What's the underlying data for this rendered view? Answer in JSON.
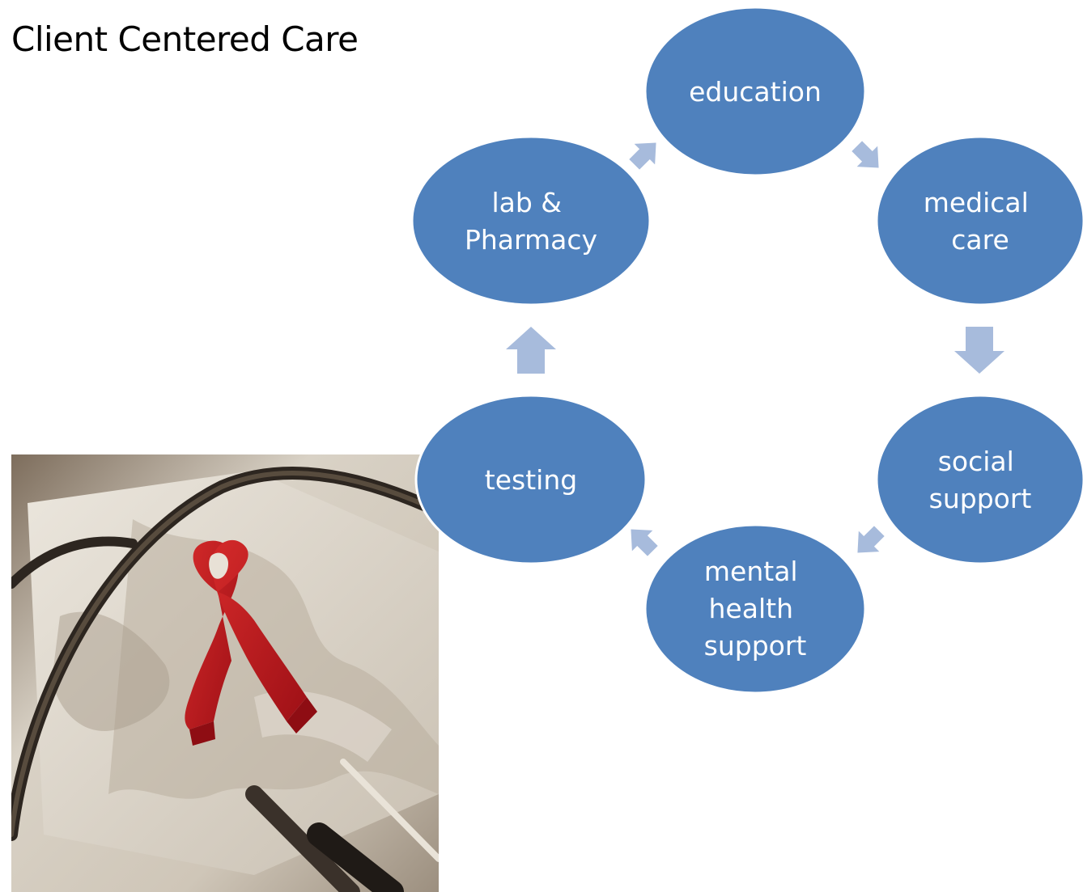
{
  "slide": {
    "title": "Client Centered Care"
  },
  "photo": {
    "icon": "awareness-ribbon-stethoscope-photo"
  },
  "colors": {
    "node_fill": "#4f81bd",
    "arrow_fill": "#a7bbdc",
    "ribbon": "#c4161c",
    "background": "#ffffff"
  },
  "cycle": {
    "nodes": [
      {
        "id": "education",
        "lines": [
          "education"
        ]
      },
      {
        "id": "medical-care",
        "lines": [
          "medical",
          "care"
        ]
      },
      {
        "id": "social-support",
        "lines": [
          "social",
          "support"
        ]
      },
      {
        "id": "mental-health-support",
        "lines": [
          "mental",
          "health",
          "support"
        ]
      },
      {
        "id": "testing",
        "lines": [
          "testing"
        ]
      },
      {
        "id": "lab-pharmacy",
        "lines": [
          "lab &",
          "Pharmacy"
        ]
      }
    ],
    "flow": [
      {
        "from": "education",
        "to": "medical-care"
      },
      {
        "from": "medical-care",
        "to": "social-support"
      },
      {
        "from": "social-support",
        "to": "mental-health-support"
      },
      {
        "from": "mental-health-support",
        "to": "testing"
      },
      {
        "from": "testing",
        "to": "lab-pharmacy"
      },
      {
        "from": "lab-pharmacy",
        "to": "education"
      }
    ]
  }
}
